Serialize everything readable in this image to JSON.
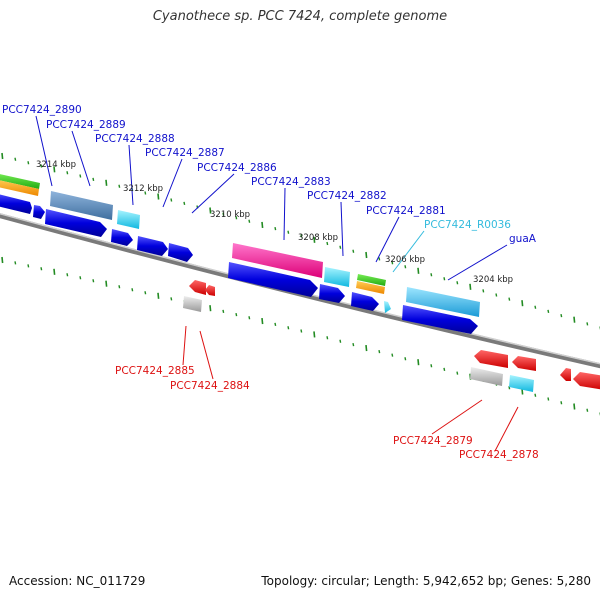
{
  "title": "Cyanothece sp. PCC 7424, complete genome",
  "footer": {
    "accession": "Accession: NC_011729",
    "summary": "Topology: circular; Length: 5,942,652 bp; Genes: 5,280"
  },
  "colors": {
    "backbone": "#8a8a8a",
    "tick": "#228b22",
    "label_top": "#1111cc",
    "label_bottom": "#dd1111",
    "label_rna": "#33bbdd",
    "ruler_text": "#222222"
  },
  "ruler_labels": [
    {
      "text": "3214 kbp"
    },
    {
      "text": "3212 kbp"
    },
    {
      "text": "3210 kbp"
    },
    {
      "text": "3208 kbp"
    },
    {
      "text": "3206 kbp"
    },
    {
      "text": "3204 kbp"
    }
  ],
  "gene_labels_top": [
    {
      "text": "PCC7424_2890",
      "kind": "gene"
    },
    {
      "text": "PCC7424_2889",
      "kind": "gene"
    },
    {
      "text": "PCC7424_2888",
      "kind": "gene"
    },
    {
      "text": "PCC7424_2887",
      "kind": "gene"
    },
    {
      "text": "PCC7424_2886",
      "kind": "gene"
    },
    {
      "text": "PCC7424_2883",
      "kind": "gene"
    },
    {
      "text": "PCC7424_2882",
      "kind": "gene"
    },
    {
      "text": "PCC7424_2881",
      "kind": "gene"
    },
    {
      "text": "PCC7424_R0036",
      "kind": "rna"
    },
    {
      "text": "guaA",
      "kind": "gene"
    }
  ],
  "gene_labels_bottom": [
    {
      "text": "PCC7424_2885"
    },
    {
      "text": "PCC7424_2884"
    },
    {
      "text": "PCC7424_2879"
    },
    {
      "text": "PCC7424_2878"
    }
  ]
}
